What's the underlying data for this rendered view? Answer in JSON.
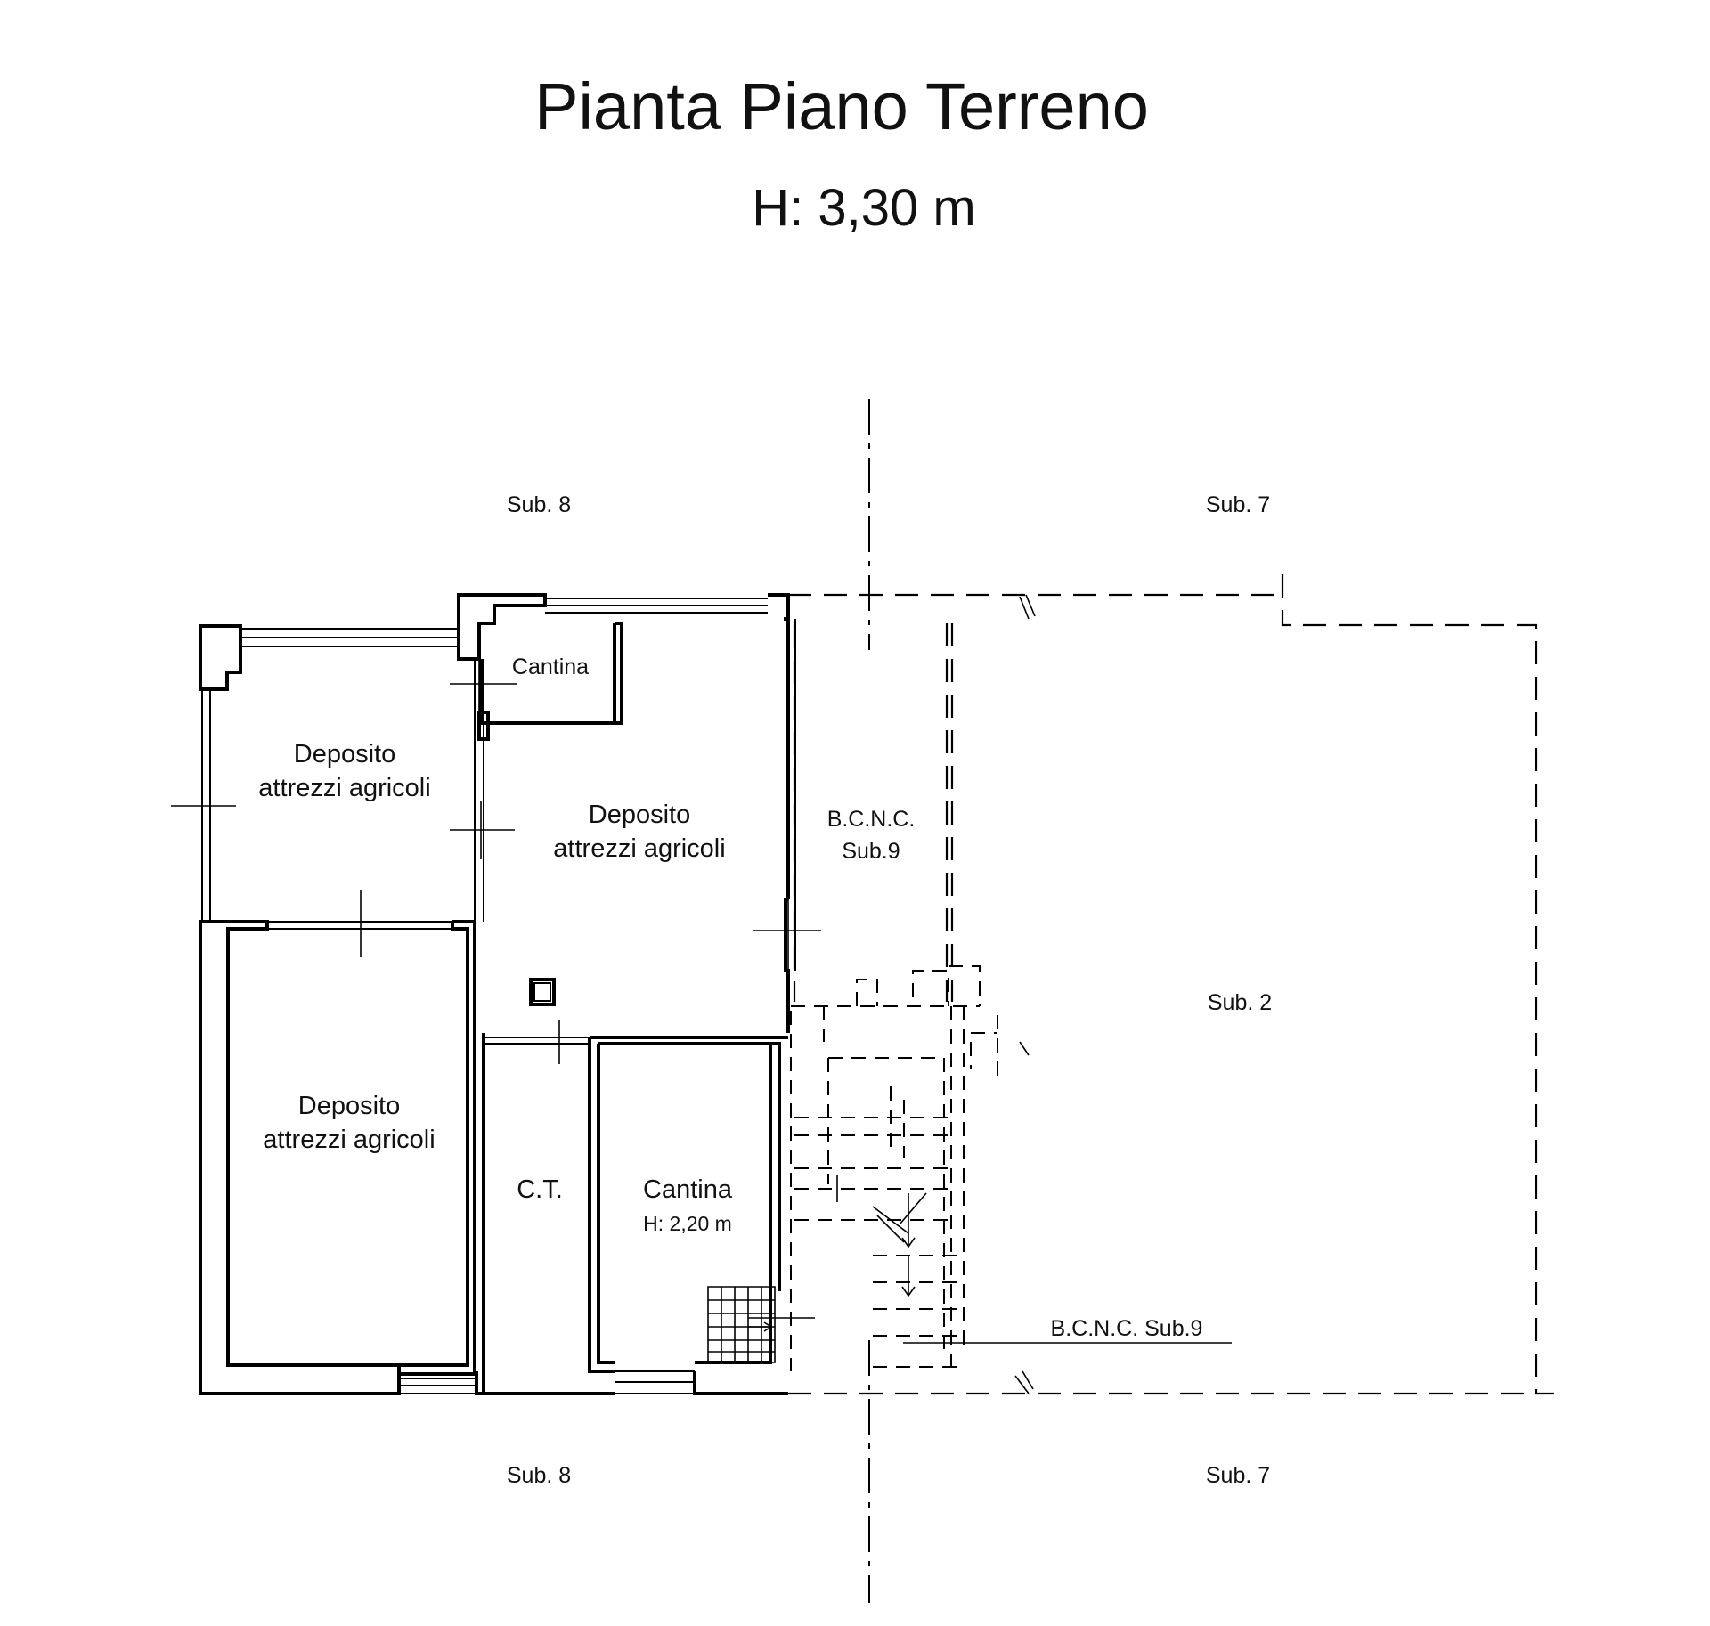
{
  "title": "Pianta Piano Terreno",
  "height_label": "H: 3,30 m",
  "neighbors": {
    "top_left": "Sub. 8",
    "top_right": "Sub. 7",
    "bottom_left": "Sub. 8",
    "bottom_right": "Sub. 7",
    "right_unit": "Sub. 2"
  },
  "rooms": {
    "cantina_small": "Cantina",
    "deposito_nw_line1": "Deposito",
    "deposito_nw_line2": "attrezzi agricoli",
    "deposito_center_line1": "Deposito",
    "deposito_center_line2": "attrezzi agricoli",
    "deposito_sw_line1": "Deposito",
    "deposito_sw_line2": "attrezzi agricoli",
    "ct": "C.T.",
    "cantina_south": "Cantina",
    "cantina_south_height": "H: 2,20 m"
  },
  "common_area": {
    "line1": "B.C.N.C.",
    "line2": "Sub.9",
    "callout": "B.C.N.C. Sub.9"
  }
}
